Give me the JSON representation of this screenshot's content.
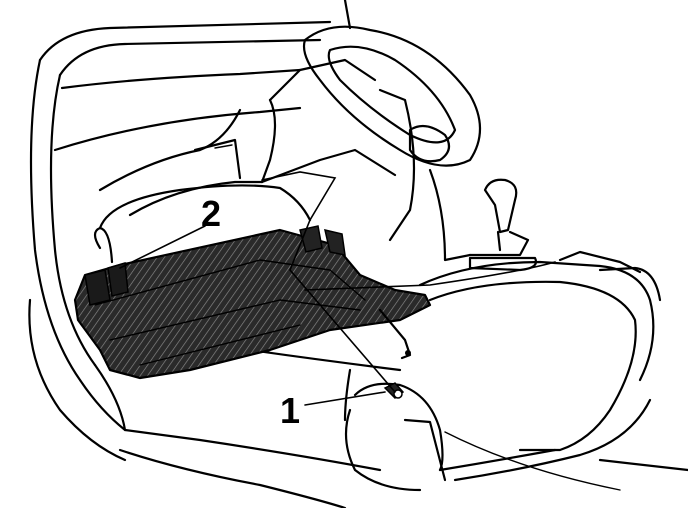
{
  "figure": {
    "callouts": [
      {
        "id": "1",
        "label": "1"
      },
      {
        "id": "2",
        "label": "2"
      }
    ],
    "colors": {
      "ink": "#000000",
      "background": "#ffffff",
      "part_fill": "#3a3a3a"
    }
  }
}
